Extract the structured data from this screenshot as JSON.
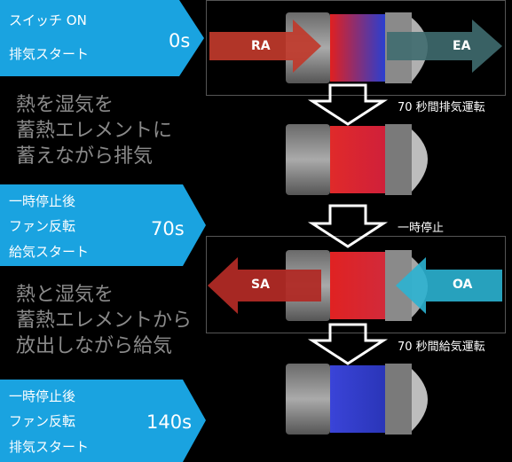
{
  "steps": [
    {
      "lines": [
        "スイッチ ON",
        "排気スタート"
      ],
      "time": "0s"
    },
    {
      "lines": [
        "一時停止後",
        "ファン反転",
        "給気スタート"
      ],
      "time": "70s"
    },
    {
      "lines": [
        "一時停止後",
        "ファン反転",
        "排気スタート"
      ],
      "time": "140s"
    }
  ],
  "descriptions": [
    [
      "熱を湿気を",
      "蓄熱エレメントに",
      "蓄えながら排気"
    ],
    [
      "熱と湿気を",
      "蓄熱エレメントから",
      "放出しながら給気"
    ]
  ],
  "airflows": {
    "ra": "RA",
    "ea": "EA",
    "sa": "SA",
    "oa": "OA"
  },
  "transitions": [
    "70 秒間排気運転",
    "一時停止",
    "70 秒間給気運転"
  ],
  "colors": {
    "step_box": "#1aa3e0",
    "description_text": "#8a8a8a",
    "ra_arrow": "#c0392b",
    "ea_arrow": "#3f6b6f",
    "sa_arrow": "#b02a25",
    "oa_arrow": "#2bb3d1"
  }
}
